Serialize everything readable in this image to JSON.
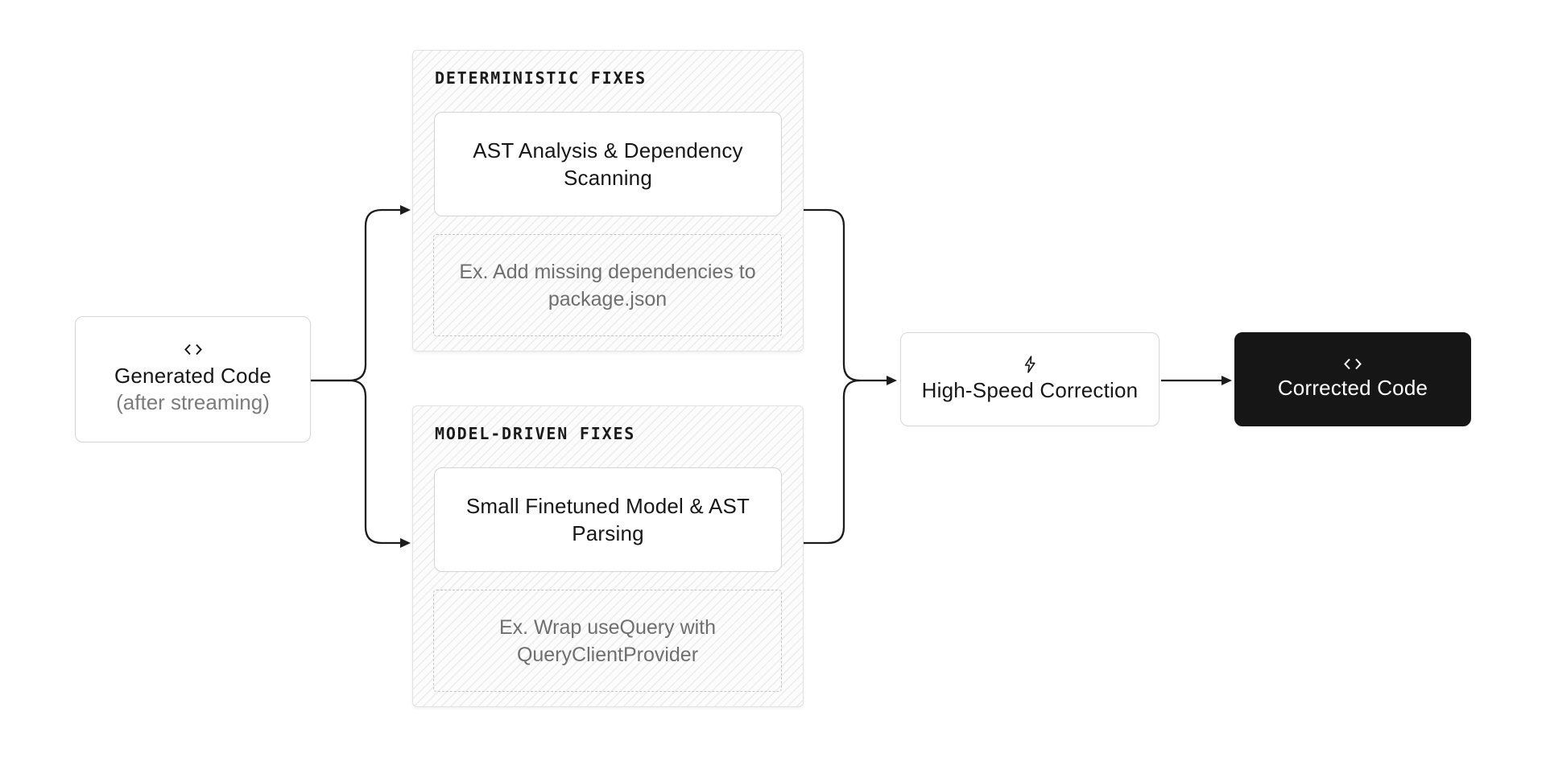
{
  "diagram": {
    "source": {
      "icon": "code-brackets",
      "title": "Generated Code",
      "subtitle": "(after streaming)"
    },
    "groups": [
      {
        "header": "DETERMINISTIC FIXES",
        "step": "AST Analysis & Dependency Scanning",
        "example": "Ex. Add missing dependencies to package.json"
      },
      {
        "header": "MODEL-DRIVEN FIXES",
        "step": "Small Finetuned Model & AST Parsing",
        "example": "Ex. Wrap useQuery with QueryClientProvider"
      }
    ],
    "merge": {
      "icon": "lightning-bolt",
      "title": "High-Speed Correction"
    },
    "output": {
      "icon": "code-brackets",
      "title": "Corrected Code"
    },
    "colors": {
      "canvas_bg": "#ffffff",
      "box_border": "#d6d6d6",
      "group_border": "#e2e2e2",
      "hatch_line": "#ececec",
      "dashed_border": "#c5c5c5",
      "dark_box_bg": "#161616",
      "text": "#171717",
      "muted_text": "#6f6f6f",
      "arrow": "#1c1c1c"
    }
  }
}
